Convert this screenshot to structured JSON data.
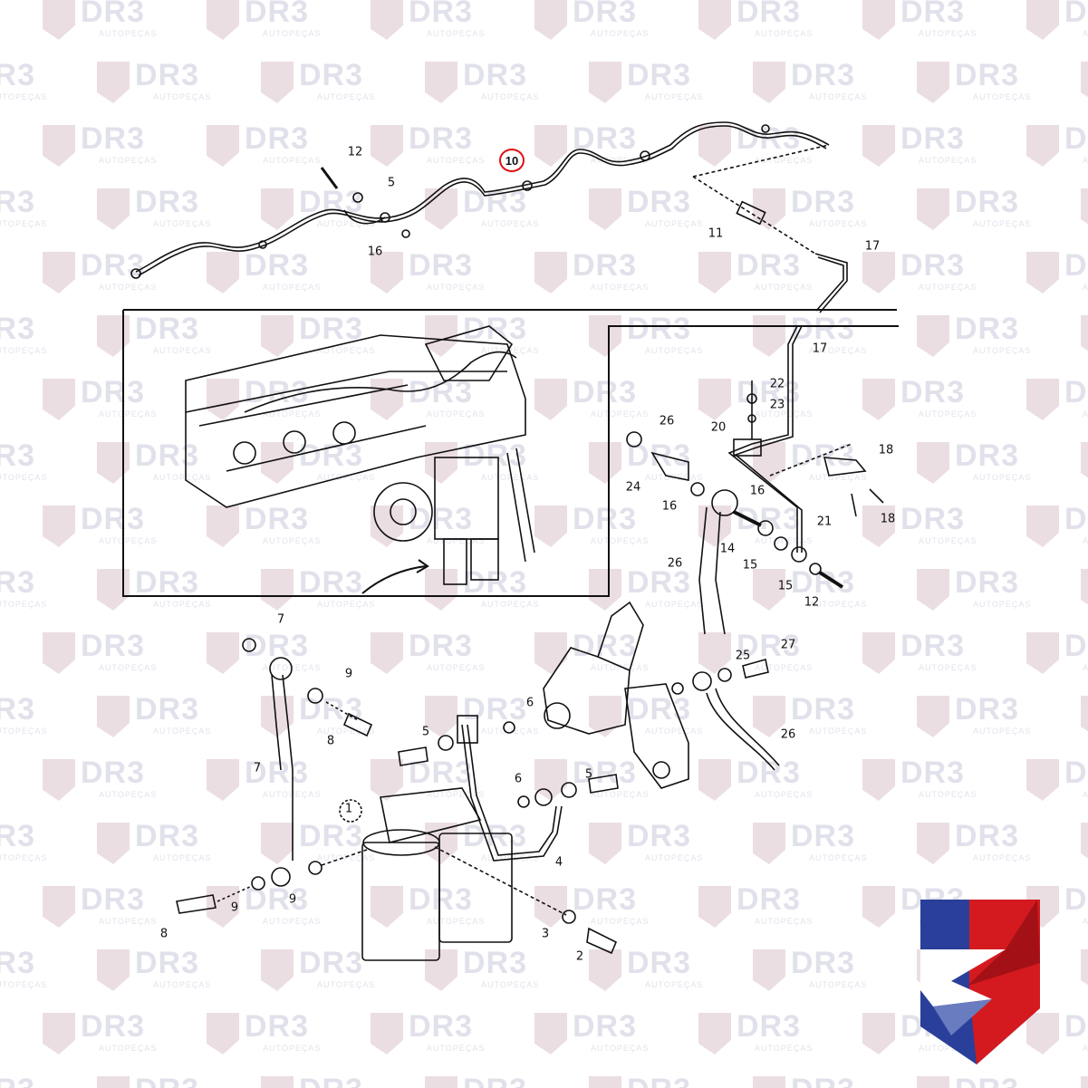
{
  "watermark": {
    "brand": "DR3",
    "subtitle": "AUTOPEÇAS"
  },
  "logo": {
    "brand": "DR3",
    "colors": {
      "blue": "#2a3f9a",
      "red": "#d41a1f",
      "white": "#ffffff"
    }
  },
  "highlight": {
    "part_number": "10",
    "color": "#e01010"
  },
  "labels": {
    "top": [
      "12",
      "5",
      "16",
      "11",
      "17"
    ],
    "inset_right": [
      "17",
      "22",
      "23",
      "26",
      "20",
      "18",
      "24",
      "16",
      "16",
      "21",
      "18",
      "14",
      "26",
      "15",
      "15",
      "12"
    ],
    "bottom": [
      "7",
      "9",
      "8",
      "7",
      "5",
      "6",
      "6",
      "5",
      "1",
      "4",
      "9",
      "9",
      "8",
      "3",
      "2",
      "27",
      "25",
      "26"
    ]
  }
}
